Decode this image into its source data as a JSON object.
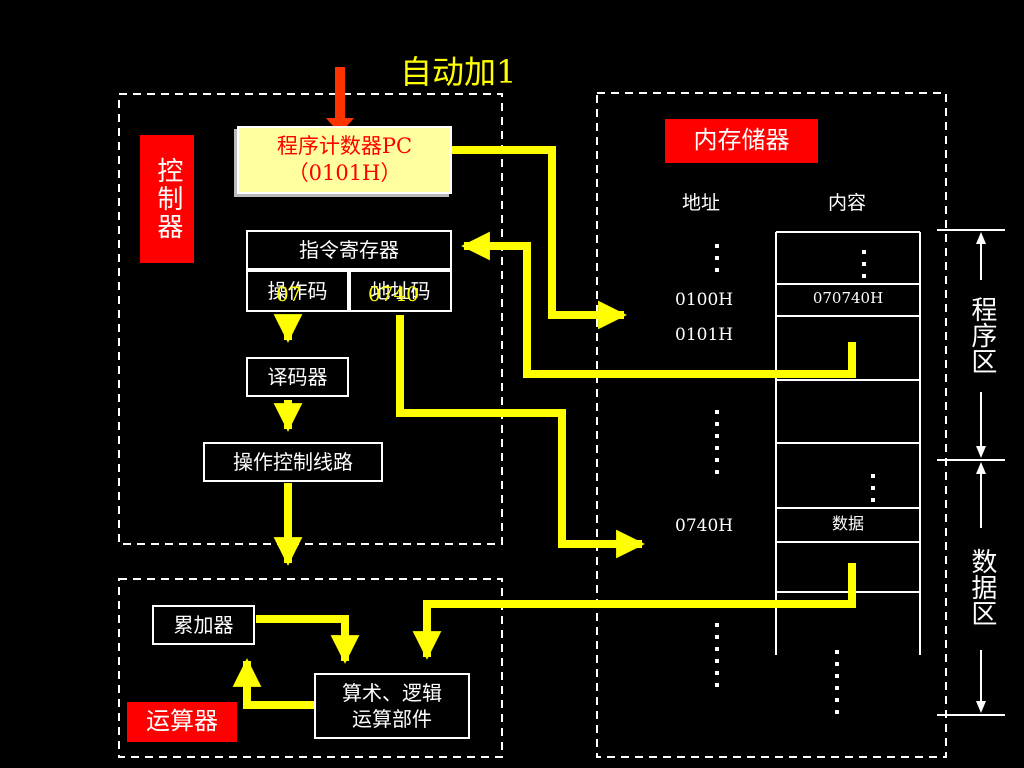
{
  "title": "自动加1",
  "controller": {
    "label": "控制器",
    "pc_label": "程序计数器PC",
    "pc_value": "（0101H）",
    "ir_label": "指令寄存器",
    "opcode_label": "操作码",
    "opcode_value": "07",
    "address_label": "地址码",
    "address_value": "0740",
    "decoder_label": "译码器",
    "control_circuit_label": "操作控制线路"
  },
  "alu": {
    "label": "运算器",
    "accumulator_label": "累加器",
    "alu_unit_label": "算术、逻辑\n运算部件"
  },
  "memory": {
    "label": "内存储器",
    "address_header": "地址",
    "content_header": "内容",
    "addr_0100": "0100H",
    "addr_0101": "0101H",
    "addr_0740": "0740H",
    "content_0100": "070740H",
    "content_0740": "数据",
    "program_area": "程序区",
    "data_area": "数据区"
  },
  "colors": {
    "wire": "#ffff00",
    "pc_fill": "#ffffa0",
    "pc_text": "#ff0000",
    "tag_red": "#ff0000",
    "title_yellow": "#ffff00",
    "arrow_red": "#ff3300"
  }
}
